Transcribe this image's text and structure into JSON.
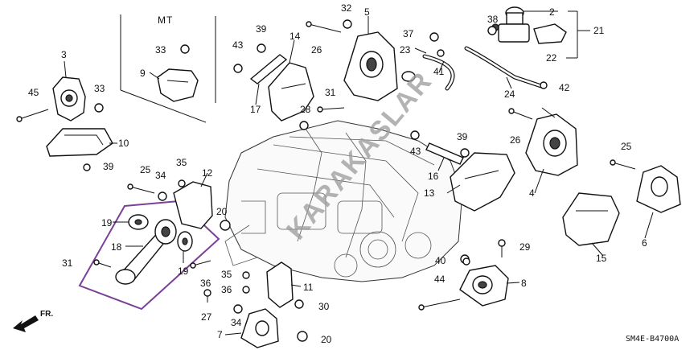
{
  "section_label": "MT",
  "diagram_code": "SM4E-B4700A",
  "watermark": "KARAKASLAR",
  "direction": "FR.",
  "callouts": [
    {
      "id": "c2",
      "text": "2"
    },
    {
      "id": "c3",
      "text": "3"
    },
    {
      "id": "c4",
      "text": "4"
    },
    {
      "id": "c5",
      "text": "5"
    },
    {
      "id": "c6",
      "text": "6"
    },
    {
      "id": "c7",
      "text": "7"
    },
    {
      "id": "c8",
      "text": "8"
    },
    {
      "id": "c9",
      "text": "9"
    },
    {
      "id": "c10",
      "text": "10"
    },
    {
      "id": "c11",
      "text": "11"
    },
    {
      "id": "c12",
      "text": "12"
    },
    {
      "id": "c13",
      "text": "13"
    },
    {
      "id": "c14",
      "text": "14"
    },
    {
      "id": "c15",
      "text": "15"
    },
    {
      "id": "c16",
      "text": "16"
    },
    {
      "id": "c17",
      "text": "17"
    },
    {
      "id": "c18",
      "text": "18"
    },
    {
      "id": "c19a",
      "text": "19"
    },
    {
      "id": "c19b",
      "text": "19"
    },
    {
      "id": "c20a",
      "text": "20"
    },
    {
      "id": "c20b",
      "text": "20"
    },
    {
      "id": "c21",
      "text": "21"
    },
    {
      "id": "c22",
      "text": "22"
    },
    {
      "id": "c23",
      "text": "23"
    },
    {
      "id": "c24",
      "text": "24"
    },
    {
      "id": "c25a",
      "text": "25"
    },
    {
      "id": "c25b",
      "text": "25"
    },
    {
      "id": "c26a",
      "text": "26"
    },
    {
      "id": "c26b",
      "text": "26"
    },
    {
      "id": "c27",
      "text": "27"
    },
    {
      "id": "c28",
      "text": "28"
    },
    {
      "id": "c29",
      "text": "29"
    },
    {
      "id": "c30",
      "text": "30"
    },
    {
      "id": "c31a",
      "text": "31"
    },
    {
      "id": "c31b",
      "text": "31"
    },
    {
      "id": "c32",
      "text": "32"
    },
    {
      "id": "c33a",
      "text": "33"
    },
    {
      "id": "c33b",
      "text": "33"
    },
    {
      "id": "c34a",
      "text": "34"
    },
    {
      "id": "c34b",
      "text": "34"
    },
    {
      "id": "c35a",
      "text": "35"
    },
    {
      "id": "c35b",
      "text": "35"
    },
    {
      "id": "c36a",
      "text": "36"
    },
    {
      "id": "c36b",
      "text": "36"
    },
    {
      "id": "c37",
      "text": "37"
    },
    {
      "id": "c38",
      "text": "38"
    },
    {
      "id": "c39a",
      "text": "39"
    },
    {
      "id": "c39b",
      "text": "39"
    },
    {
      "id": "c39c",
      "text": "39"
    },
    {
      "id": "c40",
      "text": "40"
    },
    {
      "id": "c41",
      "text": "41"
    },
    {
      "id": "c42",
      "text": "42"
    },
    {
      "id": "c43a",
      "text": "43"
    },
    {
      "id": "c43b",
      "text": "43"
    },
    {
      "id": "c44",
      "text": "44"
    },
    {
      "id": "c45",
      "text": "45"
    }
  ],
  "colors": {
    "ink": "#111111",
    "highlight": "#7b3f98",
    "watermark": "#9a9a9a"
  }
}
